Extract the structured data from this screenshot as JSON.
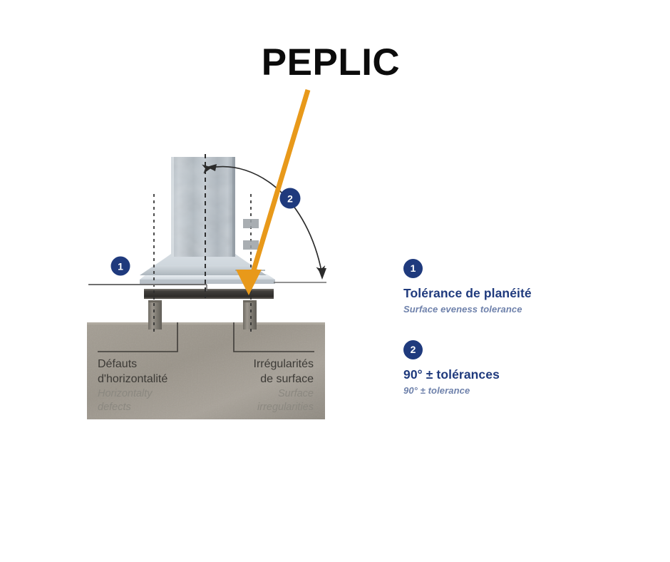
{
  "title": "PEPLIC",
  "figure": {
    "callouts": [
      {
        "number": "1",
        "name": "flatness-callout"
      },
      {
        "number": "2",
        "name": "angle-callout"
      }
    ],
    "captions": {
      "left": {
        "fr_line1": "Défauts",
        "fr_line2": "d'horizontalité",
        "en_line1": "Horizontalty",
        "en_line2": "defects"
      },
      "right": {
        "fr_line1": "Irrégularités",
        "fr_line2": "de surface",
        "en_line1": "Surface",
        "en_line2": "irregularities"
      }
    }
  },
  "legend": {
    "entries": [
      {
        "badge": "1",
        "title": "Tolérance de planéité",
        "subtitle": "Surface eveness tolerance"
      },
      {
        "badge": "2",
        "title": "90° ± tolérances",
        "subtitle": "90° ± tolerance"
      }
    ]
  },
  "colors": {
    "navy": "#1f3a7d",
    "slate_blue": "#6e81ab",
    "orange_arrow": "#e8991a",
    "concrete": "#9c968c",
    "pad_dark": "#3a3a38",
    "steel_light": "#c9d0d6"
  }
}
